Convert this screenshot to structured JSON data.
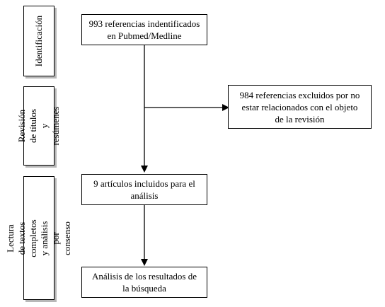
{
  "stages": [
    {
      "label": "Identificación"
    },
    {
      "label": "Revisión de títulos\ny resúmenes"
    },
    {
      "label": "Lectura de textos completos\ny análisis por consenso"
    }
  ],
  "boxes": {
    "identified": "993 referencias indentificados\nen Pubmed/Medline",
    "excluded": "984 referencias excluidos por no\nestar relacionados con el objeto\nde la revisión",
    "included": "9 artículos incluidos para el\nanálisis",
    "analysis": "Análisis de los resultados de\nla búsqueda"
  }
}
